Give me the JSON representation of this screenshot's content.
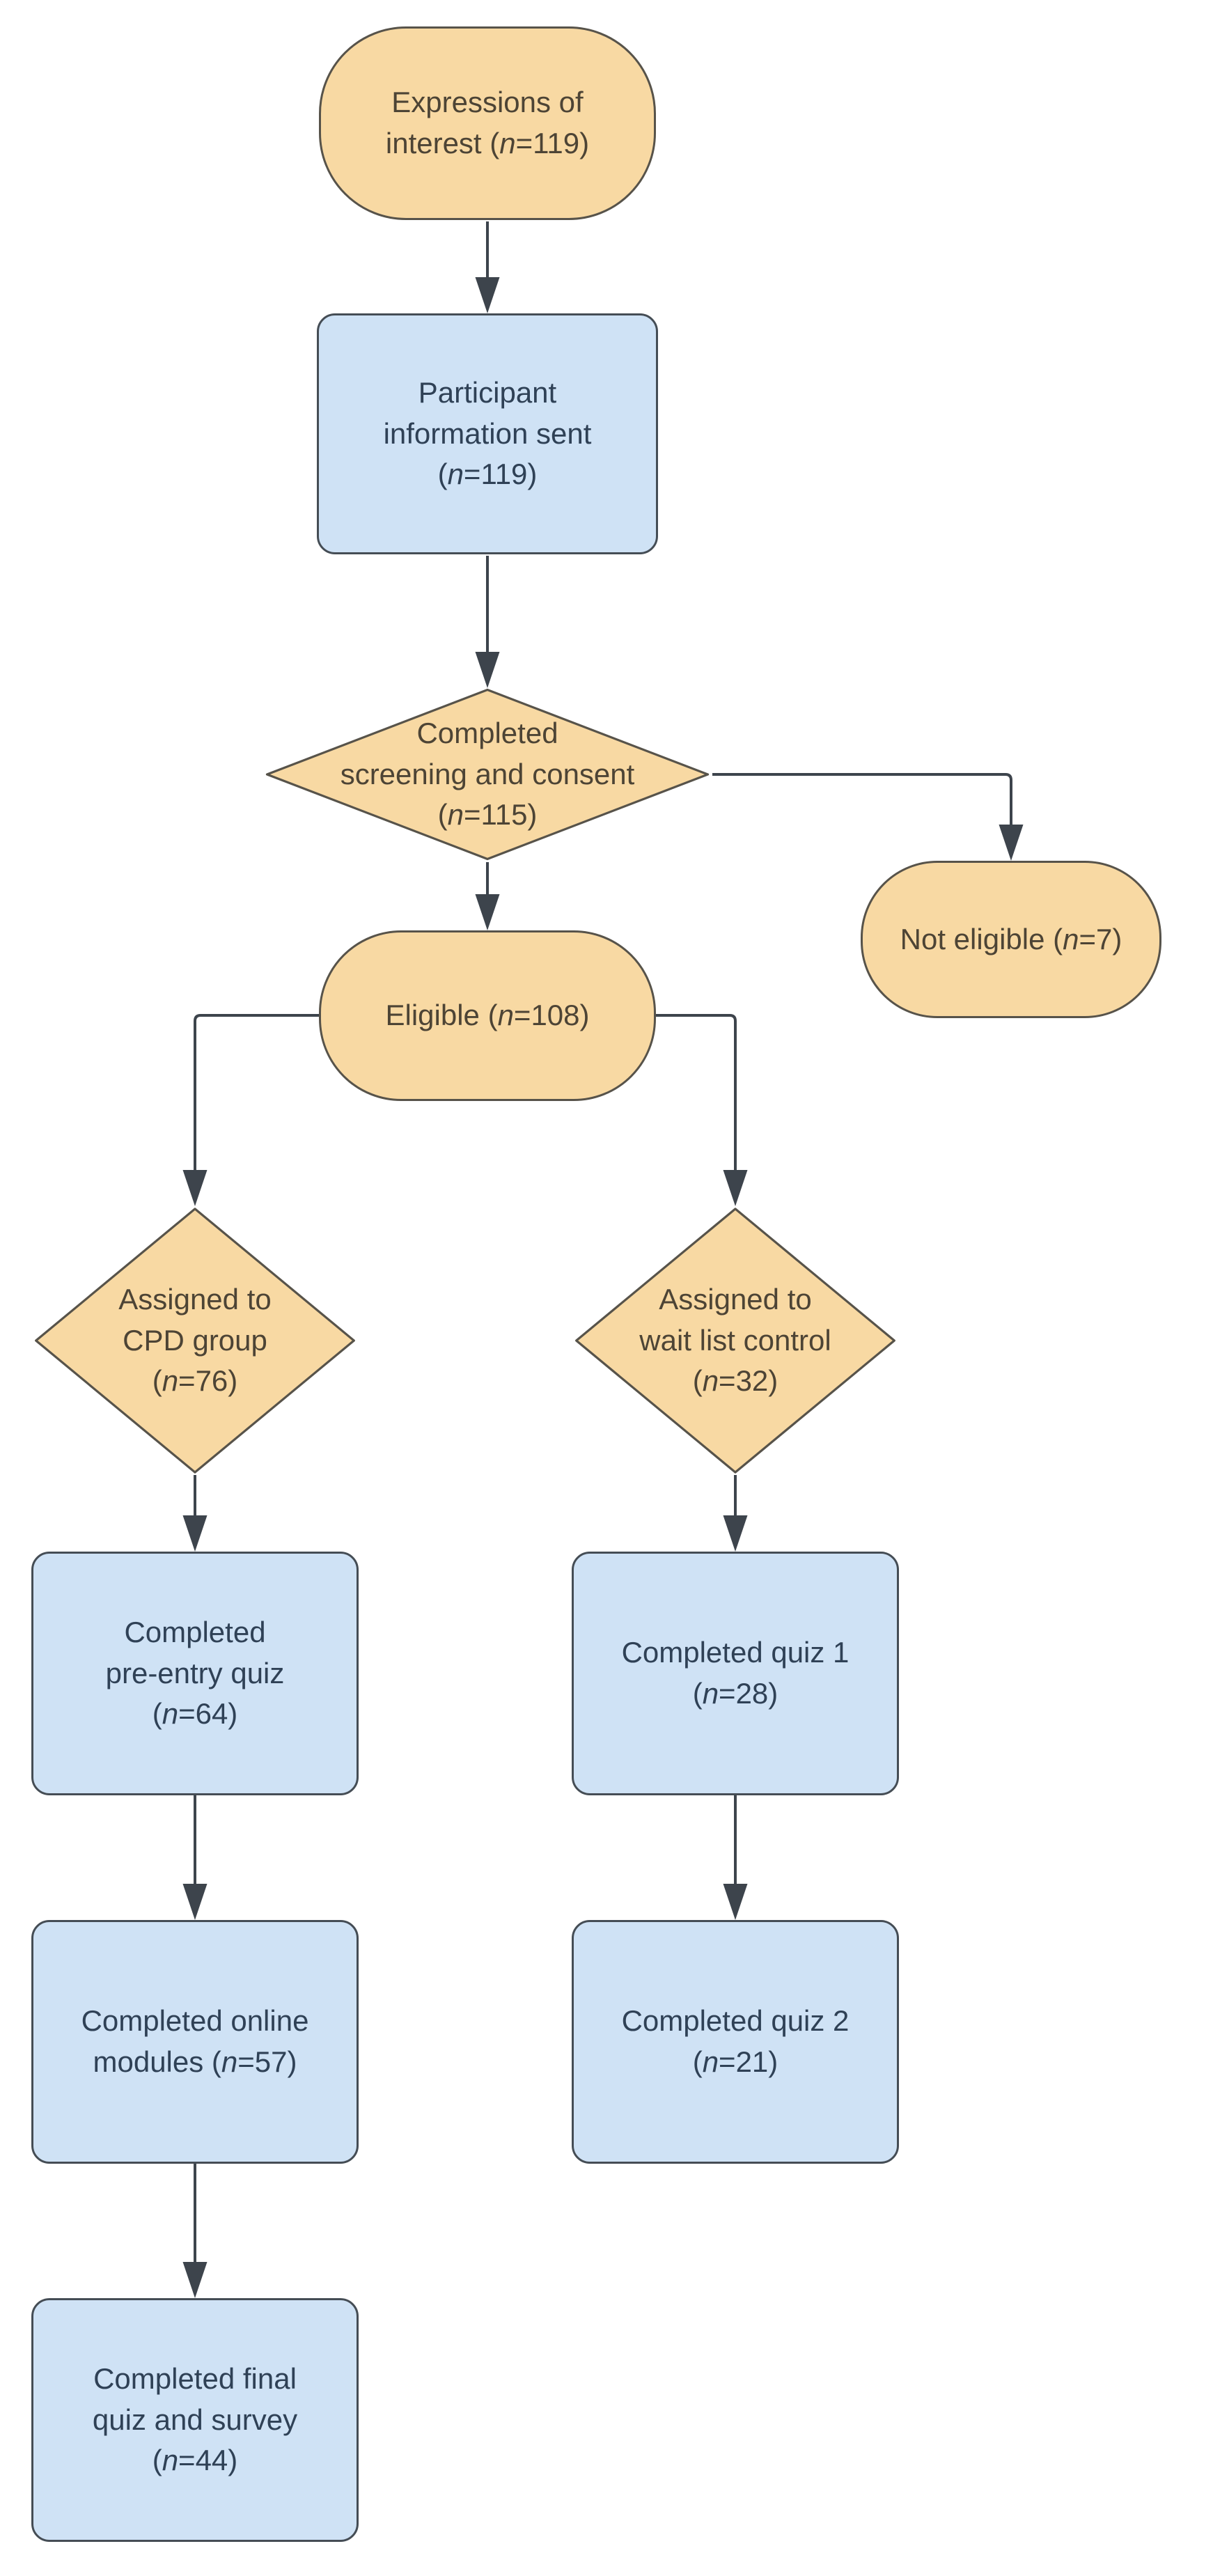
{
  "canvas": {
    "background": "#ffffff"
  },
  "styles": {
    "canvas-bg": "#ffffff",
    "terminator-fill": "#f8d9a3",
    "terminator-border": "#57534a",
    "terminator-text": "#4d4435",
    "decision-fill": "#f8d9a3",
    "decision-border": "#57534a",
    "decision-text": "#4d4435",
    "process-fill": "#cfe2f5",
    "process-border": "#454d55",
    "process-text": "#2f4156",
    "connector": "#3d444c"
  },
  "nodes": [
    {
      "id": "expressions-of-interest",
      "type": "terminator",
      "label": "Expressions of\ninterest (n=119)"
    },
    {
      "id": "participant-information-sent",
      "type": "process",
      "label": "Participant\ninformation sent\n(n=119)"
    },
    {
      "id": "completed-screening",
      "type": "decision",
      "label": "Completed\nscreening and consent\n(n=115)"
    },
    {
      "id": "not-eligible",
      "type": "terminator",
      "label": "Not eligible (n=7)"
    },
    {
      "id": "eligible",
      "type": "terminator",
      "label": "Eligible (n=108)"
    },
    {
      "id": "assigned-cpd-group",
      "type": "decision",
      "label": "Assigned to\nCPD group\n(n=76)"
    },
    {
      "id": "assigned-wait-list-control",
      "type": "decision",
      "label": "Assigned to\nwait list control\n(n=32)"
    },
    {
      "id": "completed-pre-entry-quiz",
      "type": "process",
      "label": "Completed\npre-entry quiz\n(n=64)"
    },
    {
      "id": "completed-quiz-1",
      "type": "process",
      "label": "Completed quiz 1\n(n=28)"
    },
    {
      "id": "completed-online-modules",
      "type": "process",
      "label": "Completed online\nmodules (n=57)"
    },
    {
      "id": "completed-quiz-2",
      "type": "process",
      "label": "Completed quiz 2\n(n=21)"
    },
    {
      "id": "completed-final-quiz-survey",
      "type": "process",
      "label": "Completed final\nquiz and survey\n(n=44)"
    }
  ],
  "edges": [
    {
      "from": "expressions-of-interest",
      "to": "participant-information-sent"
    },
    {
      "from": "participant-information-sent",
      "to": "completed-screening"
    },
    {
      "from": "completed-screening",
      "to": "not-eligible"
    },
    {
      "from": "completed-screening",
      "to": "eligible"
    },
    {
      "from": "eligible",
      "to": "assigned-cpd-group"
    },
    {
      "from": "eligible",
      "to": "assigned-wait-list-control"
    },
    {
      "from": "assigned-cpd-group",
      "to": "completed-pre-entry-quiz"
    },
    {
      "from": "assigned-wait-list-control",
      "to": "completed-quiz-1"
    },
    {
      "from": "completed-pre-entry-quiz",
      "to": "completed-online-modules"
    },
    {
      "from": "completed-quiz-1",
      "to": "completed-quiz-2"
    },
    {
      "from": "completed-online-modules",
      "to": "completed-final-quiz-survey"
    }
  ]
}
